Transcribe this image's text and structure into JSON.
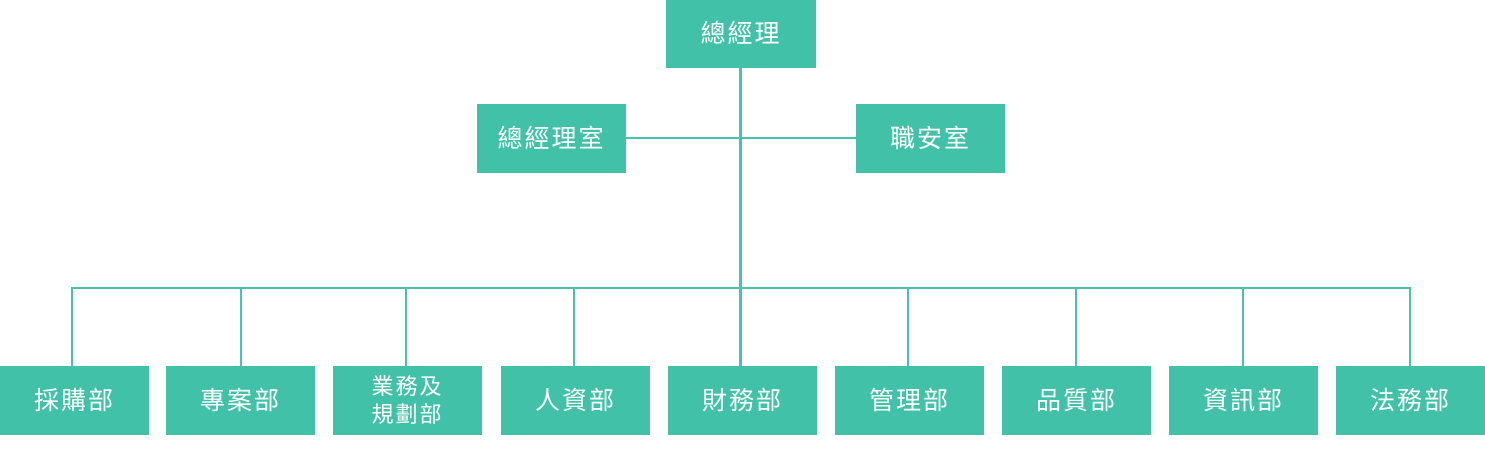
{
  "org_chart": {
    "top": {
      "label": "總經理"
    },
    "staff_left": {
      "label": "總經理室"
    },
    "staff_right": {
      "label": "職安室"
    },
    "departments": [
      {
        "label": "採購部"
      },
      {
        "label": "專案部"
      },
      {
        "label": "業務及\n規劃部"
      },
      {
        "label": "人資部"
      },
      {
        "label": "財務部"
      },
      {
        "label": "管理部"
      },
      {
        "label": "品質部"
      },
      {
        "label": "資訊部"
      },
      {
        "label": "法務部"
      }
    ]
  },
  "colors": {
    "box_fill": "#41c1a7",
    "connector": "#48c3ab",
    "text": "#ffffff"
  }
}
